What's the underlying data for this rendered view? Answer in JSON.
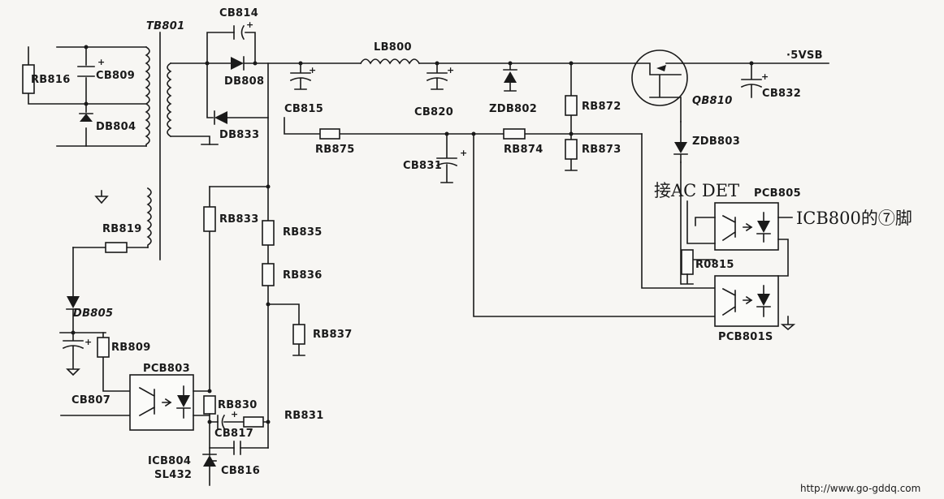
{
  "labels": {
    "tb801": "TB801",
    "cb814": "CB814",
    "lb800": "LB800",
    "v5vsb": "·5VSB",
    "rb816": "RB816",
    "cb809": "CB809",
    "db804": "DB804",
    "db808": "DB808",
    "cb815": "CB815",
    "cb820": "CB820",
    "zdb802": "ZDB802",
    "rb872": "RB872",
    "qb810": "QB810",
    "cb832": "CB832",
    "db833": "DB833",
    "rb875": "RB875",
    "rb874": "RB874",
    "rb873": "RB873",
    "zdb803": "ZDB803",
    "cb831": "CB831",
    "rb819": "RB819",
    "rb833": "RB833",
    "rb835": "RB835",
    "rb836": "RB836",
    "rb837": "RB837",
    "db805": "DB805",
    "rb809": "RB809",
    "cb807": "CB807",
    "pcb803": "PCB803",
    "rb830": "RB830",
    "cb817": "CB817",
    "rb831": "RB831",
    "icb804": "ICB804",
    "sl432": "SL432",
    "cb816": "CB816",
    "ac_det": "接AC DET",
    "pcb805": "PCB805",
    "icb800": "ICB800的⑦脚",
    "r0815": "R0815",
    "pcb801s": "PCB801S"
  },
  "footer": {
    "url": "http://www.go-gddq.com"
  }
}
